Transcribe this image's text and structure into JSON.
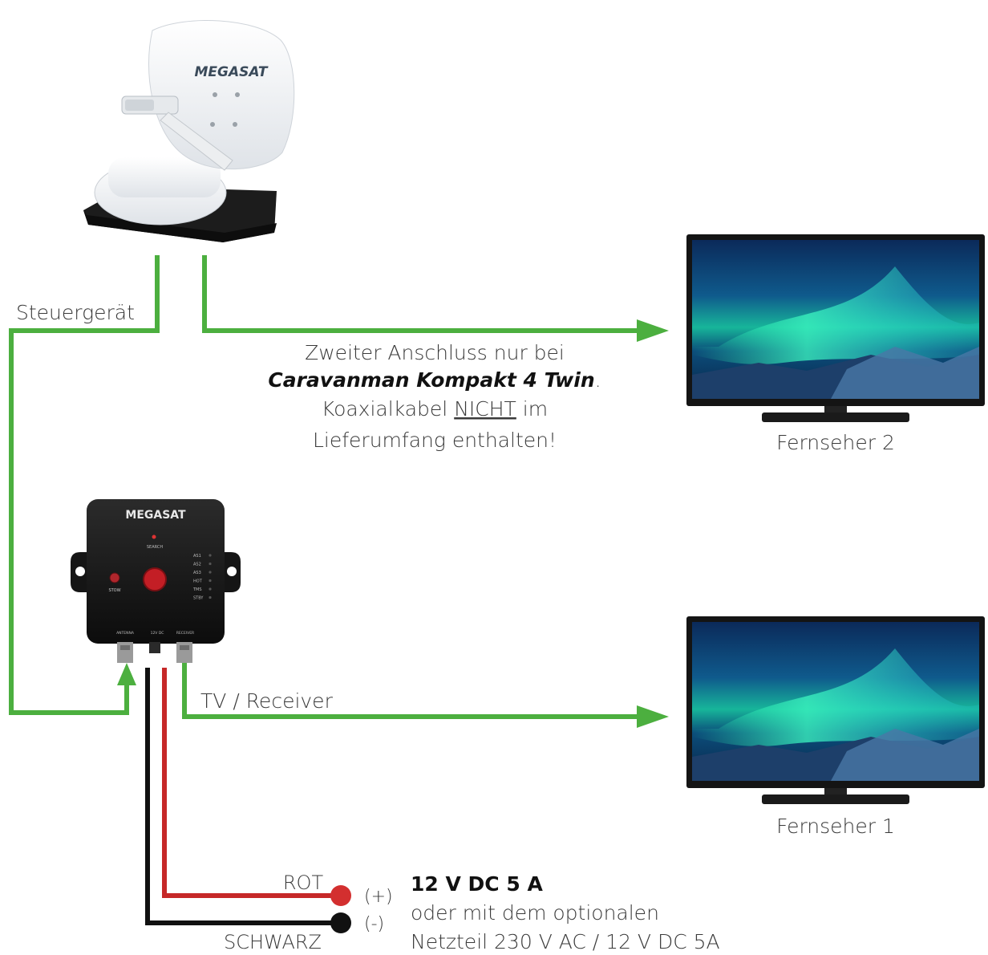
{
  "colors": {
    "coax": "#4caf3f",
    "power_positive": "#c62828",
    "power_negative": "#111111",
    "terminal_red": "#d32f2f",
    "terminal_black": "#111111"
  },
  "antenna": {
    "brand": "MEGASAT"
  },
  "controller": {
    "brand": "MEGASAT",
    "search_label": "SEARCH",
    "stow_label": "STOW",
    "status_leds": [
      "AS1",
      "AS2",
      "AS3",
      "HOT",
      "TMS",
      "STBY"
    ],
    "ports": [
      "ANTENNA",
      "12V DC",
      "RECEIVER"
    ]
  },
  "labels": {
    "steuergeraet": "Steuergerät",
    "tv_receiver": "TV / Receiver",
    "note_line1": "Zweiter Anschluss nur bei",
    "note_line2_bold": "Caravanman Kompakt 4 Twin",
    "note_line2_end": ".",
    "note_line3_pre": "Koaxialkabel ",
    "note_line3_underline": "NICHT",
    "note_line3_post": " im",
    "note_line4": "Lieferumfang enthalten!",
    "tv2": "Fernseher 2",
    "tv1": "Fernseher 1",
    "rot": "ROT",
    "schwarz": "SCHWARZ",
    "plus": "(+)",
    "minus": "(-)",
    "power_title": "12 V DC 5 A",
    "power_line2": "oder mit dem optionalen",
    "power_line3": "Netzteil 230 V AC / 12 V DC 5A"
  },
  "icons": {
    "antenna": "satellite-dish-icon",
    "controller": "control-unit-icon",
    "tv": "television-icon"
  }
}
